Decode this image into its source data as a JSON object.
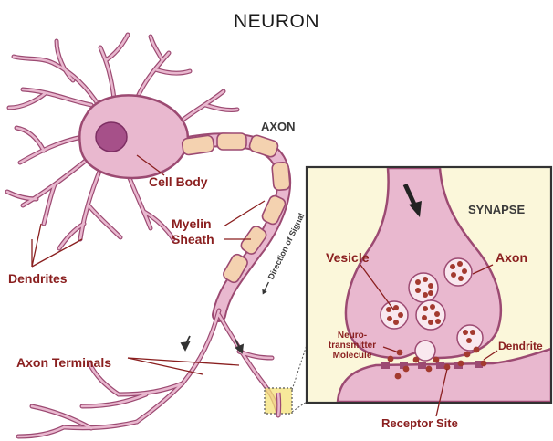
{
  "title": "NEURON",
  "labels": {
    "axon": "AXON",
    "cell_body": "Cell Body",
    "myelin_sheath_line1": "Myelin",
    "myelin_sheath_line2": "Sheath",
    "dendrites": "Dendrites",
    "direction_of_signal": "Direction of Signal",
    "axon_terminals": "Axon Terminals"
  },
  "synapse_panel": {
    "title": "SYNAPSE",
    "vesicle": "Vesicle",
    "axon": "Axon",
    "neurotransmitter_line1": "Neuro-",
    "neurotransmitter_line2": "transmitter",
    "neurotransmitter_line3": "Molecule",
    "dendrite": "Dendrite",
    "receptor_site": "Receptor Site"
  },
  "colors": {
    "membrane": "#e9b8cf",
    "membrane_outline": "#9c4a72",
    "nucleus": "#a65089",
    "myelin": "#f4d2b0",
    "panel_bg": "#fbf7da",
    "label_red": "#8a1f1f",
    "vesicle_dot": "#a33a2f"
  }
}
